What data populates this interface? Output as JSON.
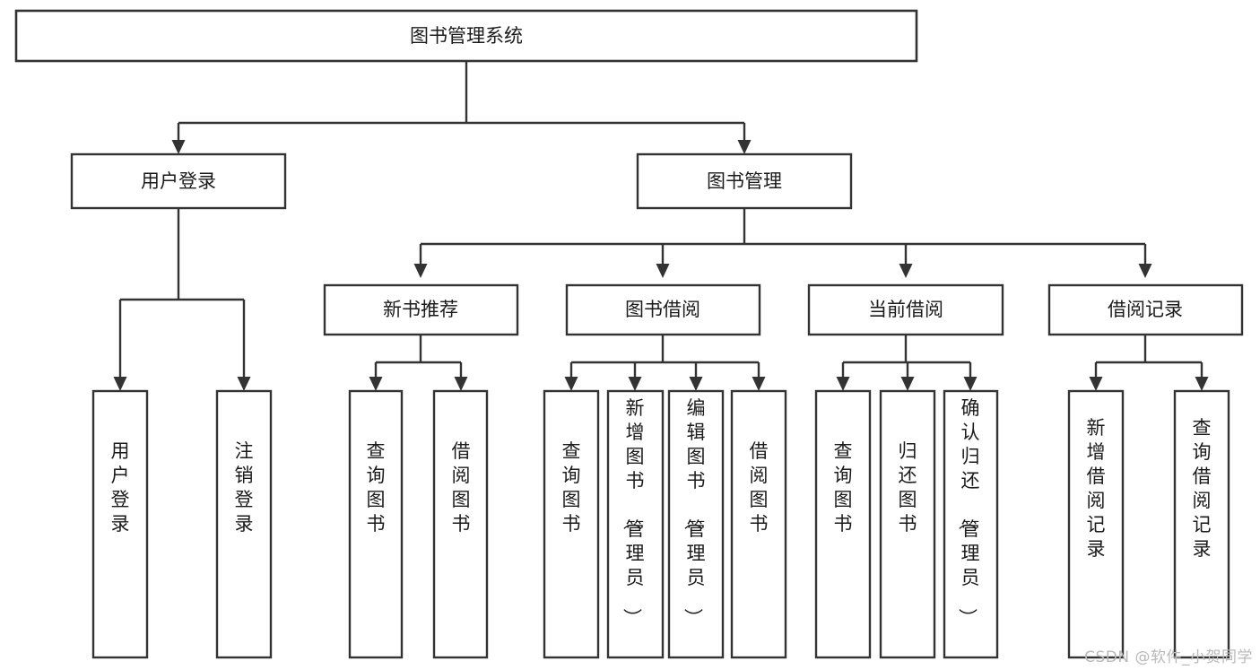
{
  "diagram": {
    "type": "tree",
    "title": "图书管理系统",
    "watermark": "CSDN @软件_小贺同学",
    "colors": {
      "stroke": "#333333",
      "fill": "#ffffff",
      "text": "#1b1b1b",
      "watermark": "#b9b9b9",
      "background": "#ffffff"
    },
    "levels": {
      "root": {
        "label": "图书管理系统"
      },
      "level2": [
        {
          "id": "user-login",
          "label": "用户登录"
        },
        {
          "id": "book-manage",
          "label": "图书管理"
        }
      ],
      "level3": [
        {
          "id": "new-book-recommend",
          "label": "新书推荐",
          "parent": "book-manage"
        },
        {
          "id": "book-borrow",
          "label": "图书借阅",
          "parent": "book-manage"
        },
        {
          "id": "current-borrow",
          "label": "当前借阅",
          "parent": "book-manage"
        },
        {
          "id": "borrow-record",
          "label": "借阅记录",
          "parent": "book-manage"
        }
      ],
      "leaves": [
        {
          "id": "leaf-user-login",
          "label": "用户登录",
          "parent": "user-login"
        },
        {
          "id": "leaf-user-logout",
          "label": "注销登录",
          "parent": "user-login"
        },
        {
          "id": "leaf-query-book-1",
          "label": "查询图书",
          "parent": "new-book-recommend"
        },
        {
          "id": "leaf-borrow-book-1",
          "label": "借阅图书",
          "parent": "new-book-recommend"
        },
        {
          "id": "leaf-query-book-2",
          "label": "查询图书",
          "parent": "book-borrow"
        },
        {
          "id": "leaf-add-book",
          "label": "新增图书（管理员）",
          "parent": "book-borrow"
        },
        {
          "id": "leaf-edit-book",
          "label": "编辑图书（管理员）",
          "parent": "book-borrow"
        },
        {
          "id": "leaf-borrow-book-2",
          "label": "借阅图书",
          "parent": "book-borrow"
        },
        {
          "id": "leaf-query-book-3",
          "label": "查询图书",
          "parent": "current-borrow"
        },
        {
          "id": "leaf-return-book",
          "label": "归还图书",
          "parent": "current-borrow"
        },
        {
          "id": "leaf-confirm-return",
          "label": "确认归还（管理员）",
          "parent": "current-borrow"
        },
        {
          "id": "leaf-add-record",
          "label": "新增借阅记录",
          "parent": "borrow-record"
        },
        {
          "id": "leaf-query-record",
          "label": "查询借阅记录",
          "parent": "borrow-record"
        }
      ]
    }
  }
}
